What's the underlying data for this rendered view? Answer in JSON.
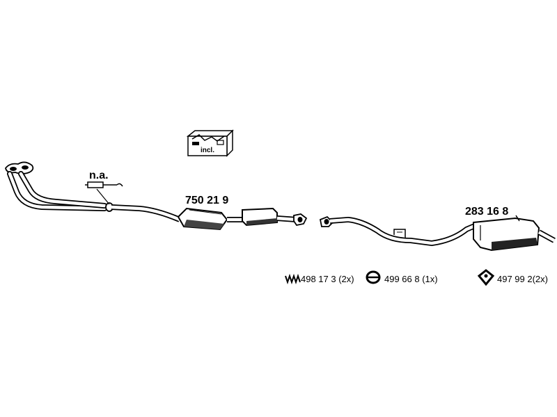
{
  "kit_box": {
    "label": "incl."
  },
  "labels": {
    "not_available": "n.a.",
    "front_section": "750 21 9",
    "rear_muffler": "283 16 8"
  },
  "hardware": [
    {
      "icon": "spring-clamp-icon",
      "text": "498 17 3 (2x)"
    },
    {
      "icon": "rubber-ring-icon",
      "text": "499 66 8 (1x)"
    },
    {
      "icon": "rubber-hanger-icon",
      "text": "497 99 2(2x)"
    }
  ]
}
